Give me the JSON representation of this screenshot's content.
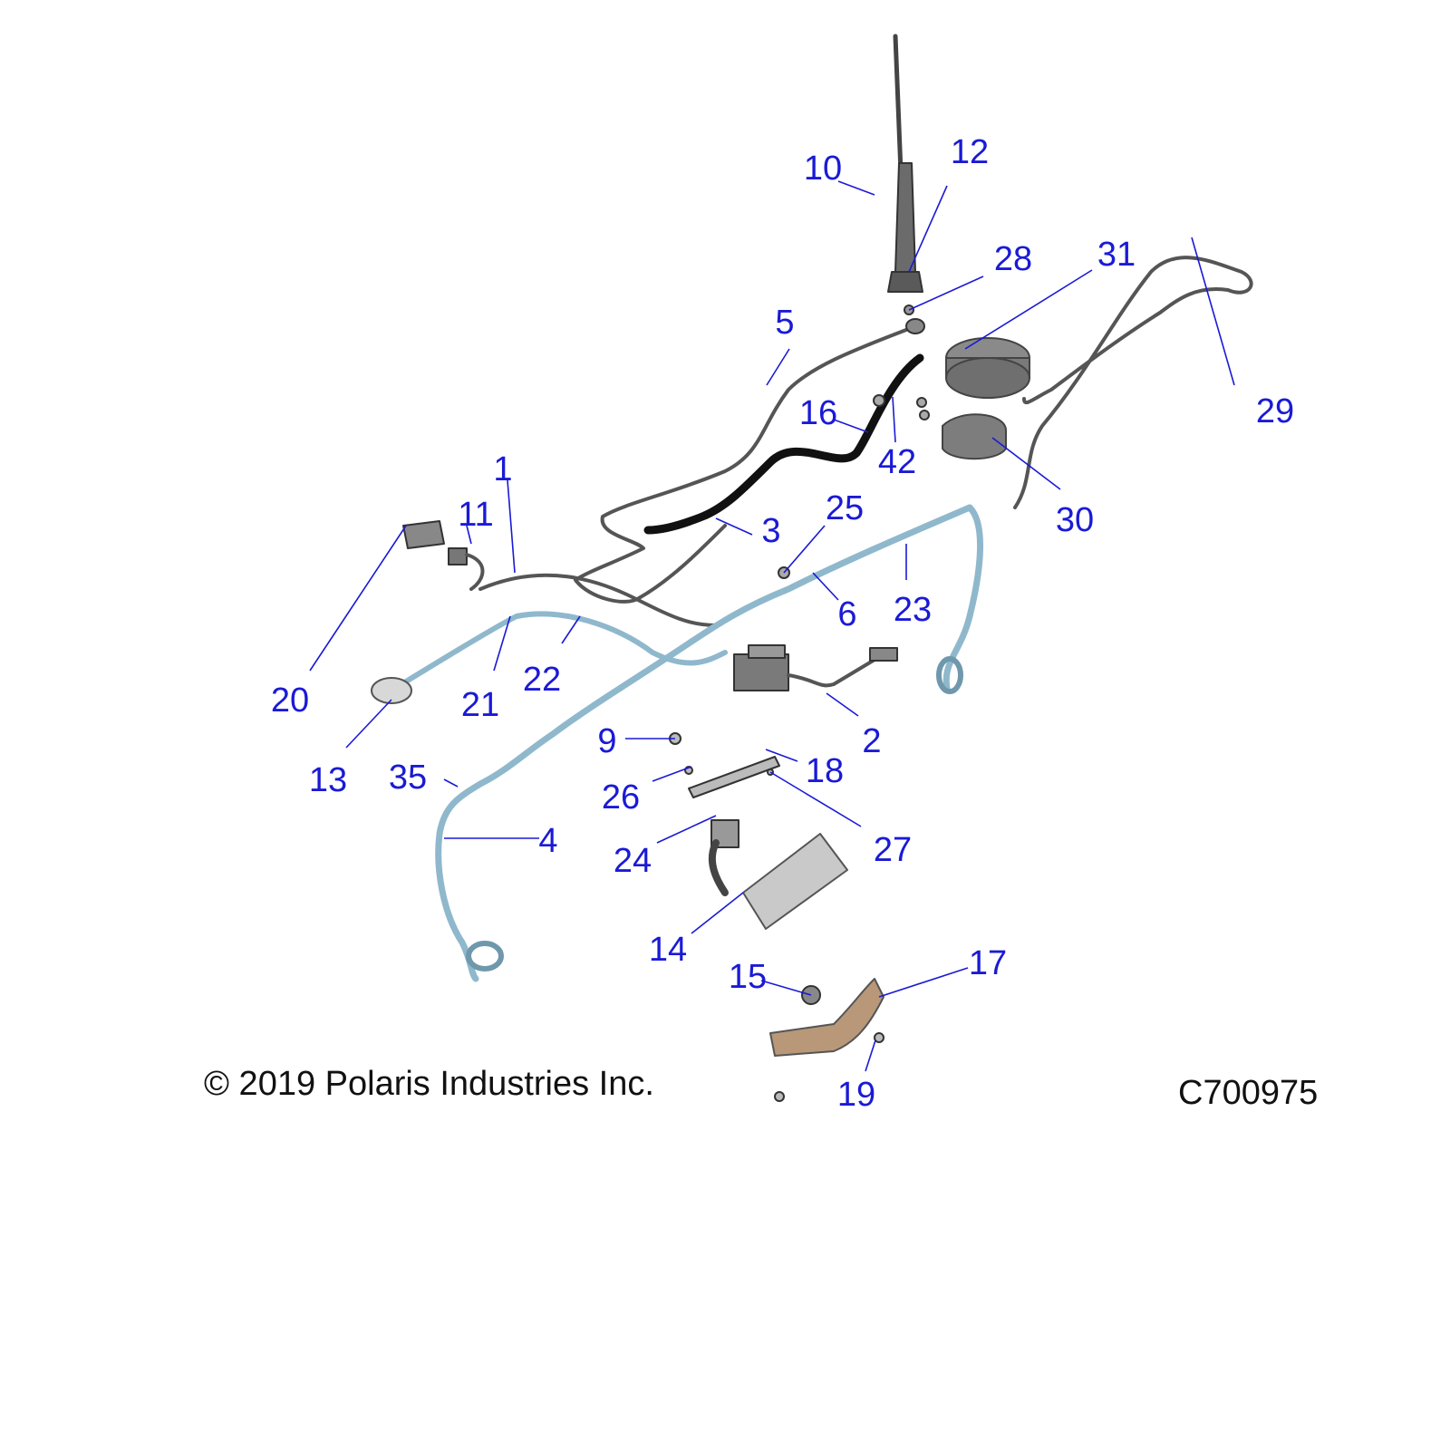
{
  "colors": {
    "callout": "#1a1ad6",
    "harness": "#8fb8cc",
    "cable": "#555555",
    "part_fill": "#8a8a8a",
    "shield": "#b89878"
  },
  "callouts": [
    {
      "id": "1",
      "label": "1"
    },
    {
      "id": "2",
      "label": "2"
    },
    {
      "id": "3",
      "label": "3"
    },
    {
      "id": "4",
      "label": "4"
    },
    {
      "id": "5",
      "label": "5"
    },
    {
      "id": "6",
      "label": "6"
    },
    {
      "id": "9",
      "label": "9"
    },
    {
      "id": "10",
      "label": "10"
    },
    {
      "id": "11",
      "label": "11"
    },
    {
      "id": "12",
      "label": "12"
    },
    {
      "id": "13",
      "label": "13"
    },
    {
      "id": "14",
      "label": "14"
    },
    {
      "id": "15",
      "label": "15"
    },
    {
      "id": "16",
      "label": "16"
    },
    {
      "id": "17",
      "label": "17"
    },
    {
      "id": "18",
      "label": "18"
    },
    {
      "id": "19",
      "label": "19"
    },
    {
      "id": "20",
      "label": "20"
    },
    {
      "id": "21",
      "label": "21"
    },
    {
      "id": "22",
      "label": "22"
    },
    {
      "id": "23",
      "label": "23"
    },
    {
      "id": "24",
      "label": "24"
    },
    {
      "id": "25",
      "label": "25"
    },
    {
      "id": "26",
      "label": "26"
    },
    {
      "id": "27",
      "label": "27"
    },
    {
      "id": "28",
      "label": "28"
    },
    {
      "id": "29",
      "label": "29"
    },
    {
      "id": "30",
      "label": "30"
    },
    {
      "id": "31",
      "label": "31"
    },
    {
      "id": "35",
      "label": "35"
    },
    {
      "id": "42",
      "label": "42"
    }
  ],
  "footer": {
    "copyright": "© 2019 Polaris Industries Inc.",
    "drawing_number": "C700975"
  }
}
